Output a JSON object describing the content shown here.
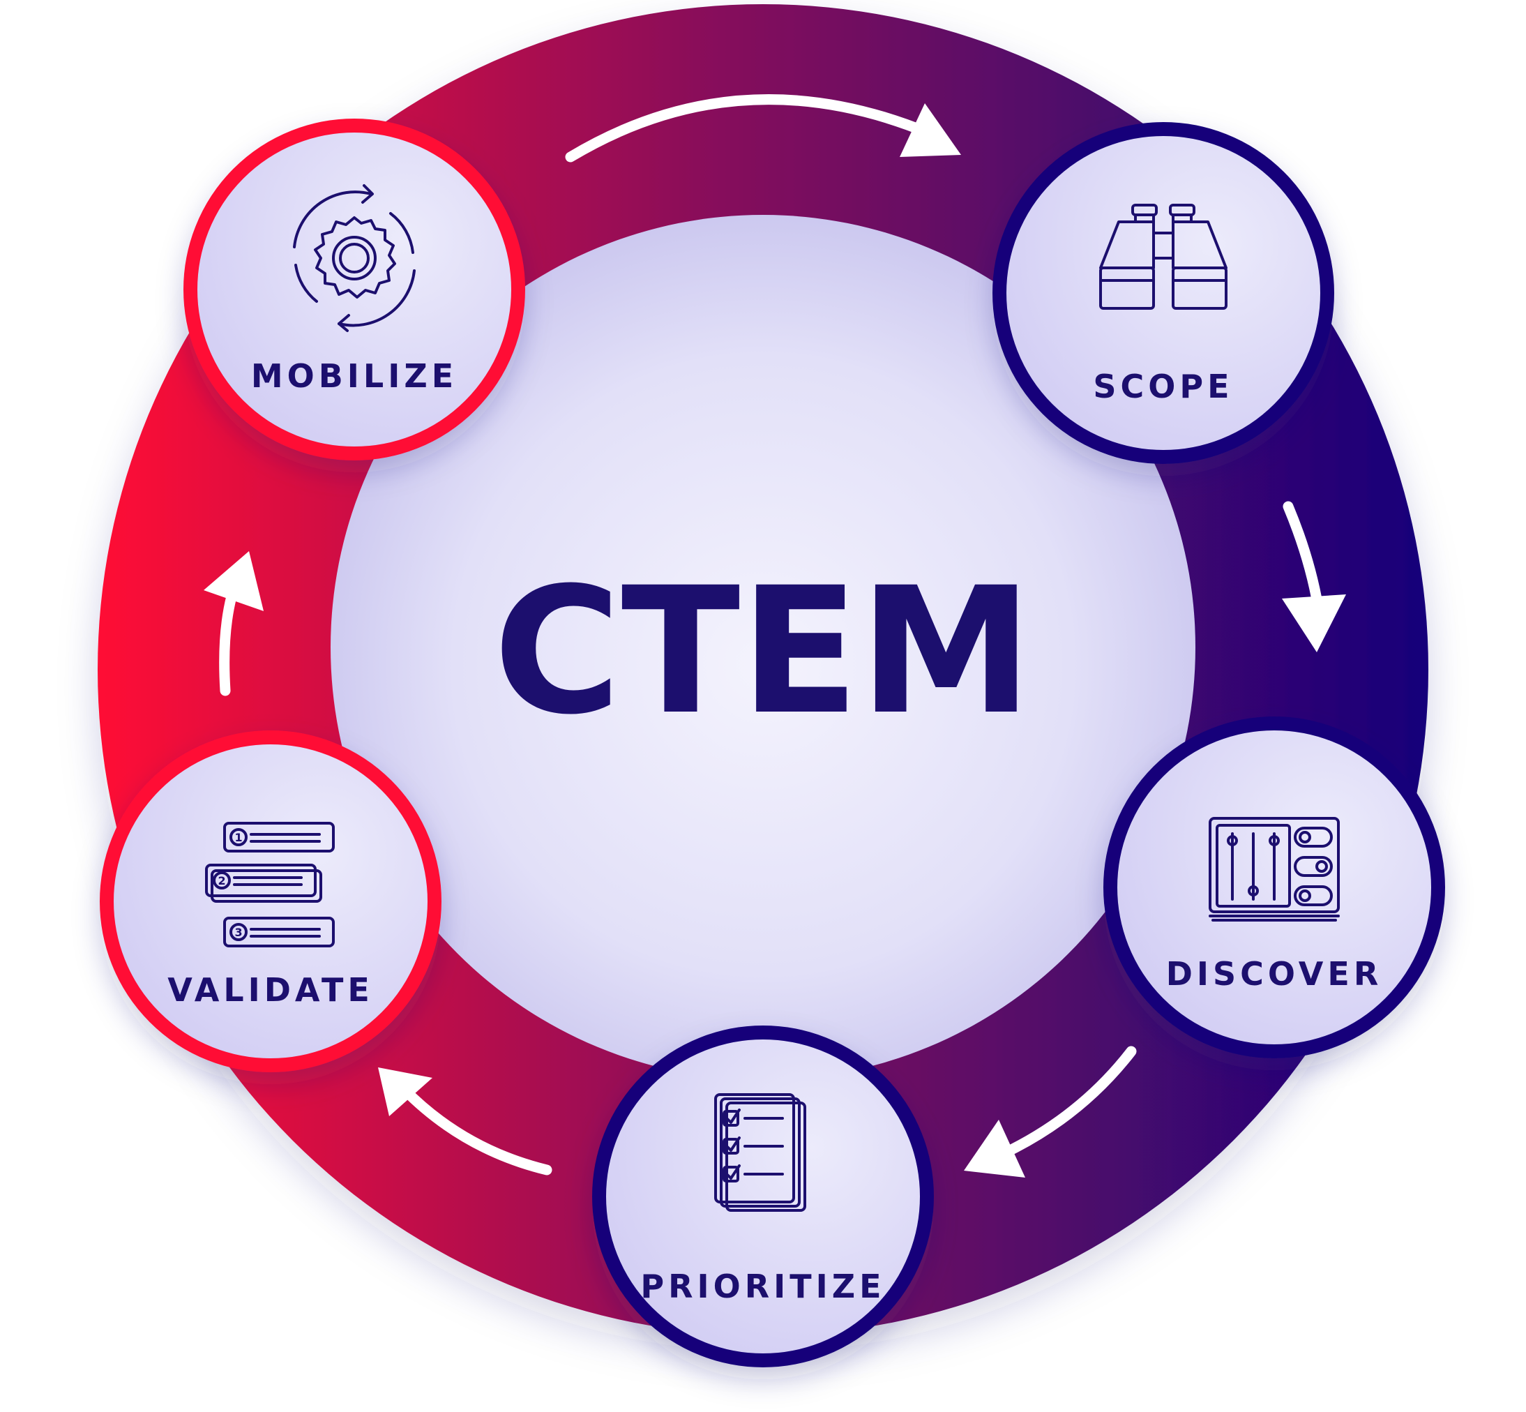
{
  "diagram": {
    "center_label": "CTEM",
    "stages": [
      {
        "id": "mobilize",
        "label": "MOBILIZE",
        "icon": "gear-cycle-icon"
      },
      {
        "id": "scope",
        "label": "SCOPE",
        "icon": "binoculars-icon"
      },
      {
        "id": "discover",
        "label": "DISCOVER",
        "icon": "control-panel-icon"
      },
      {
        "id": "prioritize",
        "label": "PRIORITIZE",
        "icon": "checklist-icon"
      },
      {
        "id": "validate",
        "label": "VALIDATE",
        "icon": "ranked-list-icon"
      }
    ],
    "colors": {
      "red": "#ff0f35",
      "navy": "#16057a",
      "text": "#1c0f6e",
      "bubble_fill": "#dcd9f7",
      "arrow": "#ffffff"
    }
  }
}
